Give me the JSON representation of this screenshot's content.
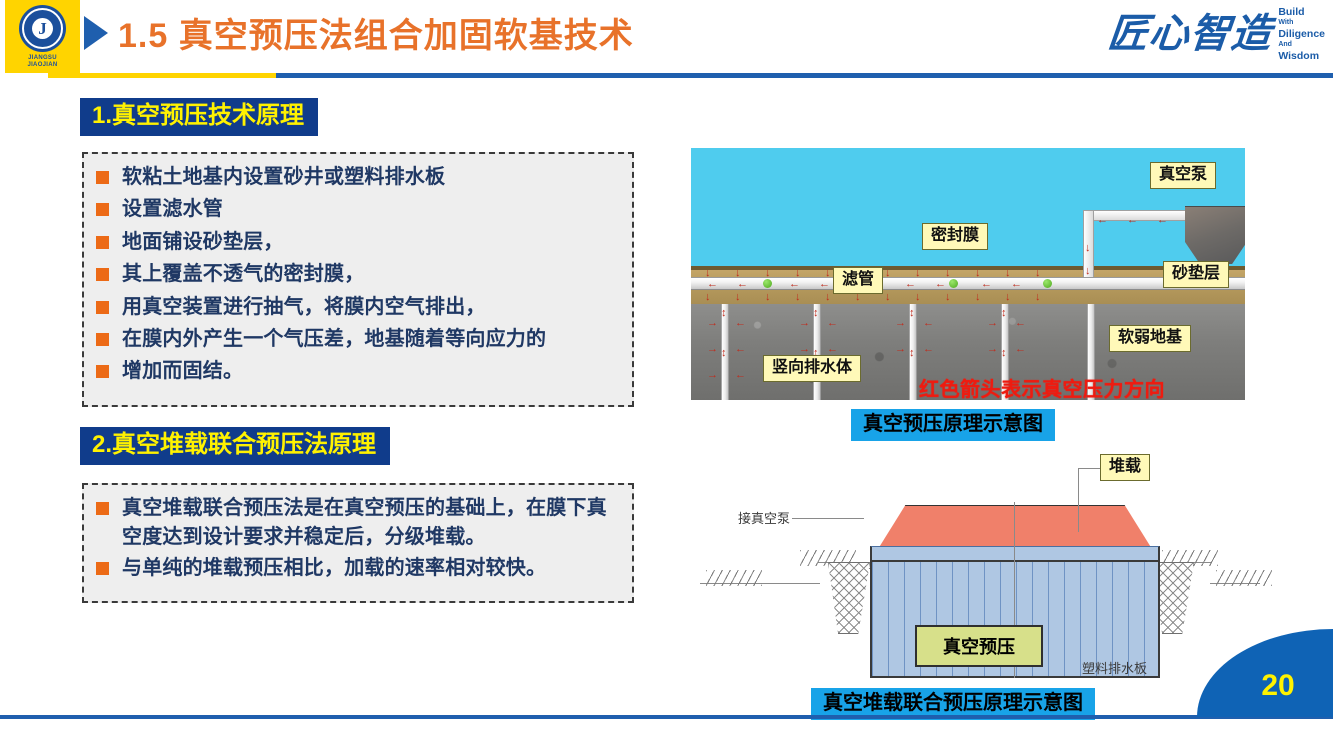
{
  "header": {
    "logo_initial": "J",
    "logo_text_line1": "JIANGSU",
    "logo_text_line2": "JIAOJIAN",
    "title": "1.5 真空预压法组合加固软基技术",
    "brand_cn": "匠心智造",
    "brand_en_l1": "Build",
    "brand_en_l2": "With",
    "brand_en_l3": "Diligence",
    "brand_en_l4": "And",
    "brand_en_l5": "Wisdom"
  },
  "sections": [
    {
      "heading": "1.真空预压技术原理",
      "bullets": [
        "软粘土地基内设置砂井或塑料排水板",
        "设置滤水管",
        "地面铺设砂垫层，",
        "其上覆盖不透气的密封膜，",
        "用真空装置进行抽气，将膜内空气排出，",
        "在膜内外产生一个气压差，地基随着等向应力的",
        "增加而固结。"
      ]
    },
    {
      "heading": "2.真空堆载联合预压法原理",
      "bullets": [
        "真空堆载联合预压法是在真空预压的基础上，在膜下真空度达到设计要求并稳定后，分级堆载。",
        "与单纯的堆载预压相比，加载的速率相对较快。"
      ]
    }
  ],
  "diagram_top": {
    "labels": {
      "vacuum_pump": "真空泵",
      "sealing_membrane": "密封膜",
      "filter_pipe": "滤管",
      "sand_cushion": "砂垫层",
      "vertical_drain": "竖向排水体",
      "soft_foundation": "软弱地基"
    },
    "red_note": "红色箭头表示真空压力方向",
    "caption": "真空预压原理示意图"
  },
  "diagram_bottom": {
    "labels": {
      "surcharge": "堆载",
      "connect_vacuum_pump": "接真空泵",
      "vacuum_preload": "真空预压",
      "plastic_drain_board": "塑料排水板"
    },
    "caption": "真空堆载联合预压原理示意图"
  },
  "footer": {
    "page_number": "20"
  },
  "colors": {
    "accent_orange": "#E8722A",
    "brand_blue": "#1F5FAE",
    "heading_navy": "#103C8B",
    "heading_yellow": "#FFF200",
    "bullet_orange": "#EC6A16",
    "bullet_text": "#1F3864",
    "caption_cyan": "#18A3E8",
    "label_yellow": "#FFF9B8",
    "red_note": "#EE1B10"
  }
}
